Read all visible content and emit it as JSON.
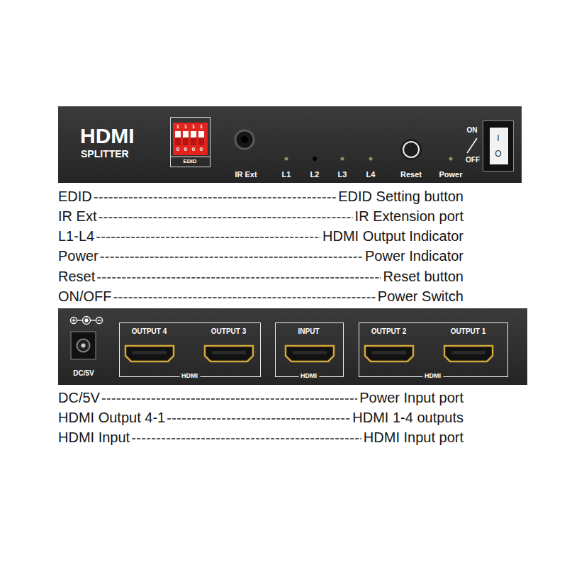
{
  "diagram": {
    "nodes": [
      {
        "text": [
          "HDMI",
          "SPLITTER",
          "IR Ext",
          "L1",
          "L2",
          "L3",
          "L4",
          "Reset",
          "Power",
          "ON",
          "OFF"
        ]
      },
      {
        "text": [
          "1",
          "1",
          "1",
          "1",
          "0",
          "0",
          "0",
          "0",
          "EDID"
        ],
        "in": 0
      },
      {
        "text": [
          "I",
          "O"
        ],
        "in": 0
      },
      {
        "text": [
          "DC/5V"
        ]
      },
      {
        "text": [
          "OUTPUT 4",
          "OUTPUT 3",
          "HDMI"
        ],
        "in": 3
      },
      {
        "text": [
          "INPUT",
          "HDMI"
        ],
        "in": 3
      },
      {
        "text": [
          "OUTPUT 2",
          "OUTPUT 1",
          "HDMI"
        ],
        "in": 3
      }
    ],
    "labels": [
      "EDID",
      "EDID Setting button",
      "IR Ext",
      "IR Extension port",
      "L1-L4",
      "HDMI Output Indicator",
      "Power",
      "Power Indicator",
      "Reset",
      "Reset button",
      "ON/OFF",
      "Power Switch",
      "DC/5V",
      "Power Input port",
      "HDMI Output 4-1",
      "HDMI 1-4 outputs",
      "HDMI Input",
      "HDMI Input port"
    ]
  }
}
